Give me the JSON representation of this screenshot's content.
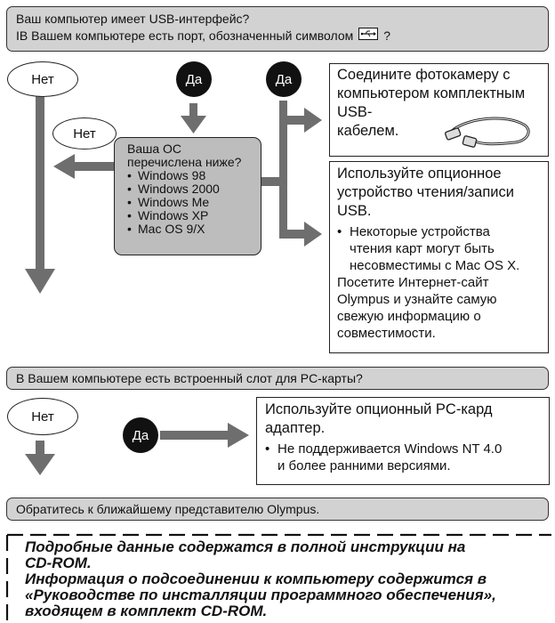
{
  "section1": {
    "question_line1": "Ваш компьютер имеет USB-интерфейс?",
    "question_line2": "IВ Вашем компьютере есть порт, обозначенный символом",
    "question_suffix": "?",
    "no_label_1": "Нет",
    "yes_label_1": "Да",
    "yes_label_2": "Да",
    "no_label_2": "Нет",
    "os_box": {
      "heading_line1": "Ваша ОС",
      "heading_line2": "перечислена ниже?",
      "items": [
        "Windows 98",
        "Windows 2000",
        "Windows Me",
        "Windows XP",
        "Mac OS 9/X"
      ]
    },
    "connect_box": {
      "line1": "Соедините фотокамеру с",
      "line2": "компьютером комплектным",
      "line3": "USB-",
      "line4": "кабелем."
    },
    "reader_box": {
      "line1": "Используйте опционное",
      "line2": "устройство чтения/записи",
      "line3": "USB.",
      "bullet_line1": "Некоторые устройства",
      "bullet_line2": "чтения карт могут быть",
      "bullet_line3": "несовместимы с Mac OS X.",
      "text_line1": "Посетите Интернет-сайт",
      "text_line2": "Olympus и узнайте самую",
      "text_line3": "свежую информацию о",
      "text_line4": "совместимости."
    }
  },
  "section2": {
    "question": "В Вашем компьютере есть встроенный слот для PC-карты?",
    "no_label": "Нет",
    "yes_label": "Да",
    "adapter_box": {
      "line1": "Используйте опционный PC-кард",
      "line2": "адаптер.",
      "bullet_line1": "Не поддерживается Windows NT 4.0",
      "bullet_line2": "и более ранними версиями."
    }
  },
  "section3": {
    "text": "Обратитесь к ближайшему представителю Olympus."
  },
  "footer": {
    "line1": "Подробные данные содержатся в полной инструкции на",
    "line2": "CD-ROM.",
    "line3": "Информация о подсоединении к компьютеру содержится в",
    "line4": "«Руководстве по инсталляции программного обеспечения»,",
    "line5": "входящем в комплект CD-ROM."
  },
  "colors": {
    "arrow": "#6e6e6e",
    "question_bar": "#d2d2d2",
    "os_box": "#bdbdbd"
  },
  "icons": [
    "usb-symbol-icon",
    "usb-cable-icon"
  ]
}
